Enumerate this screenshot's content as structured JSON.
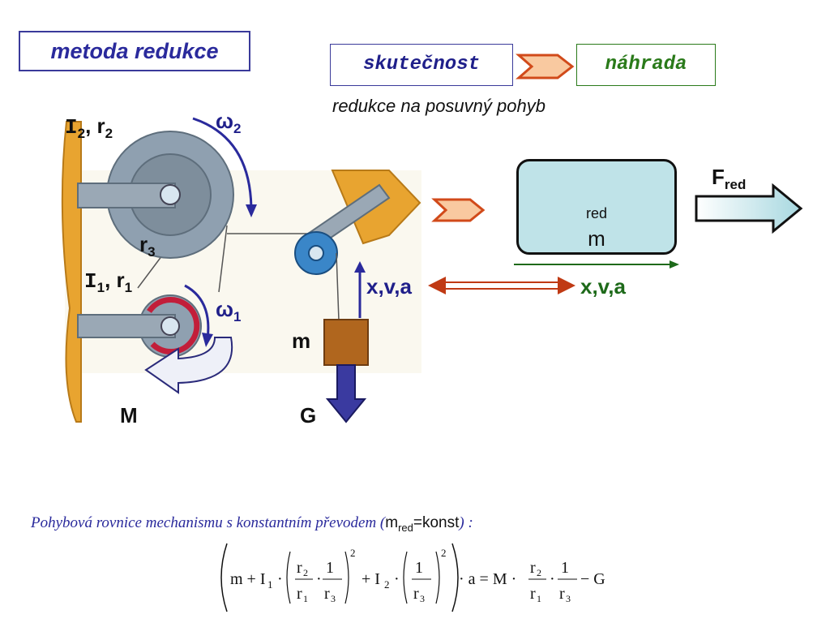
{
  "title": "metoda redukce",
  "real_label": "skutečnost",
  "substitute_label": "náhrada",
  "subtitle": "redukce na posuvný pohyb",
  "mechanism": {
    "i2": "I",
    "i2_sub": "2",
    "r2": "r",
    "r2_sub": "2",
    "omega2": "ω",
    "omega2_sub": "2",
    "r3": "r",
    "r3_sub": "3",
    "i1": "I",
    "i1_sub": "1",
    "r1": "r",
    "r1_sub": "1",
    "omega1": "ω",
    "omega1_sub": "1",
    "mass": "m",
    "moment": "M",
    "gravity": "G",
    "xva_left": "x,v,a"
  },
  "reduced": {
    "mass": "m",
    "mass_sub": "red",
    "force": "F",
    "force_sub": "red",
    "xva_right": "x,v,a"
  },
  "equation": {
    "caption_start": "Pohybová rovnice mechanismu s konstantním převodem (",
    "caption_m": "m",
    "caption_sub": "red",
    "caption_konst": "=konst",
    "caption_end": ") :"
  },
  "colors": {
    "title_blue": "#2a2a9c",
    "green": "#1e6a1a",
    "wall": "#e8a430",
    "pulley_gray": "#8a9aa8",
    "mass_box": "#bfe3e8",
    "block_brown": "#b0661e"
  }
}
